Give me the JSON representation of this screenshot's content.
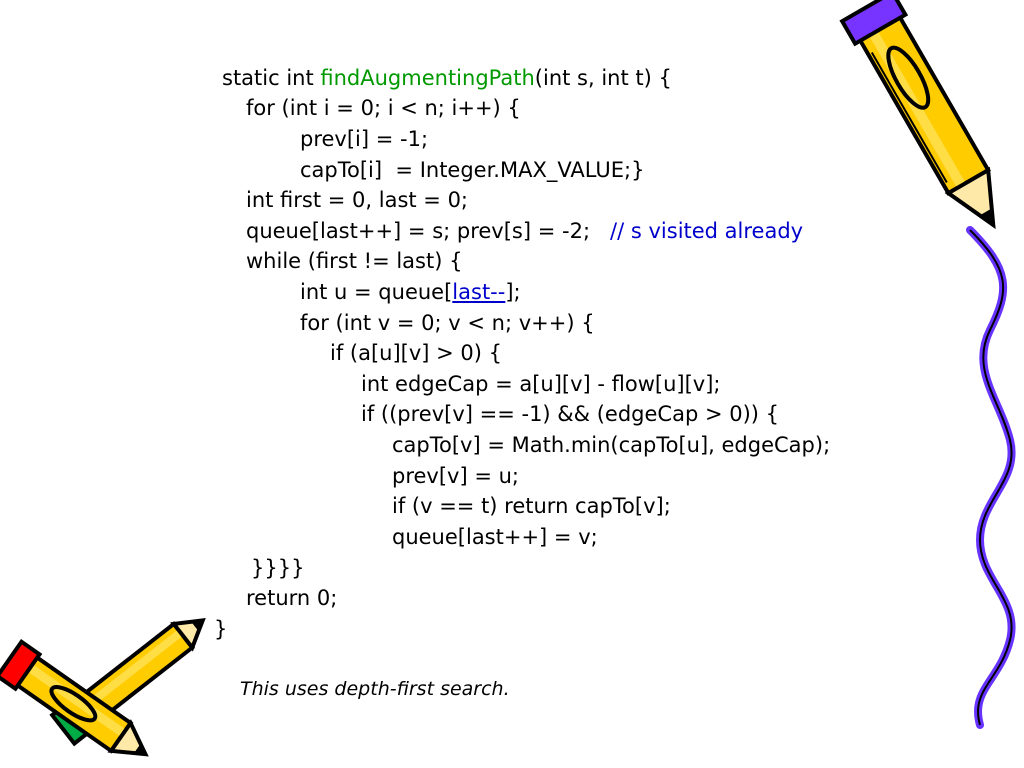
{
  "slide": {
    "code_lines": {
      "l1_pre": "static int ",
      "l1_fn": "findAugmentingPath",
      "l1_post": "(int s, int t) {",
      "l2": "for (int i = 0; i < n; i++) {",
      "l3": "prev[i] = -1;",
      "l4": "capTo[i]  = Integer.MAX_VALUE;}",
      "l5": "int first = 0, last = 0;",
      "l6_code": "queue[last++] = s; prev[s] = -2;   ",
      "l6_comment": "// s visited already",
      "l7": "while (first != last) {",
      "l8_pre": "int u = queue[",
      "l8_link": "last--",
      "l8_post": "];",
      "l9": "for (int v = 0; v < n; v++) {",
      "l10": "if (a[u][v] > 0) {",
      "l11": "int edgeCap = a[u][v] - flow[u][v];",
      "l12": "if ((prev[v] == -1) && (edgeCap > 0)) {",
      "l13": "capTo[v] = Math.min(capTo[u], edgeCap);",
      "l14": "prev[v] = u;",
      "l15": "if (v == t) return capTo[v];",
      "l16": "queue[last++] = v;",
      "l17": "}}}}",
      "l18": "return 0;",
      "l19": "}"
    },
    "caption": "This uses depth-first search.",
    "colors": {
      "function_name": "#009900",
      "comment": "#0000cc",
      "pencil_body": "#ffcc00",
      "pencil_outline": "#000000",
      "eraser_red": "#ff0000",
      "eraser_green": "#00aa44",
      "squiggle": "#6633ff"
    }
  }
}
